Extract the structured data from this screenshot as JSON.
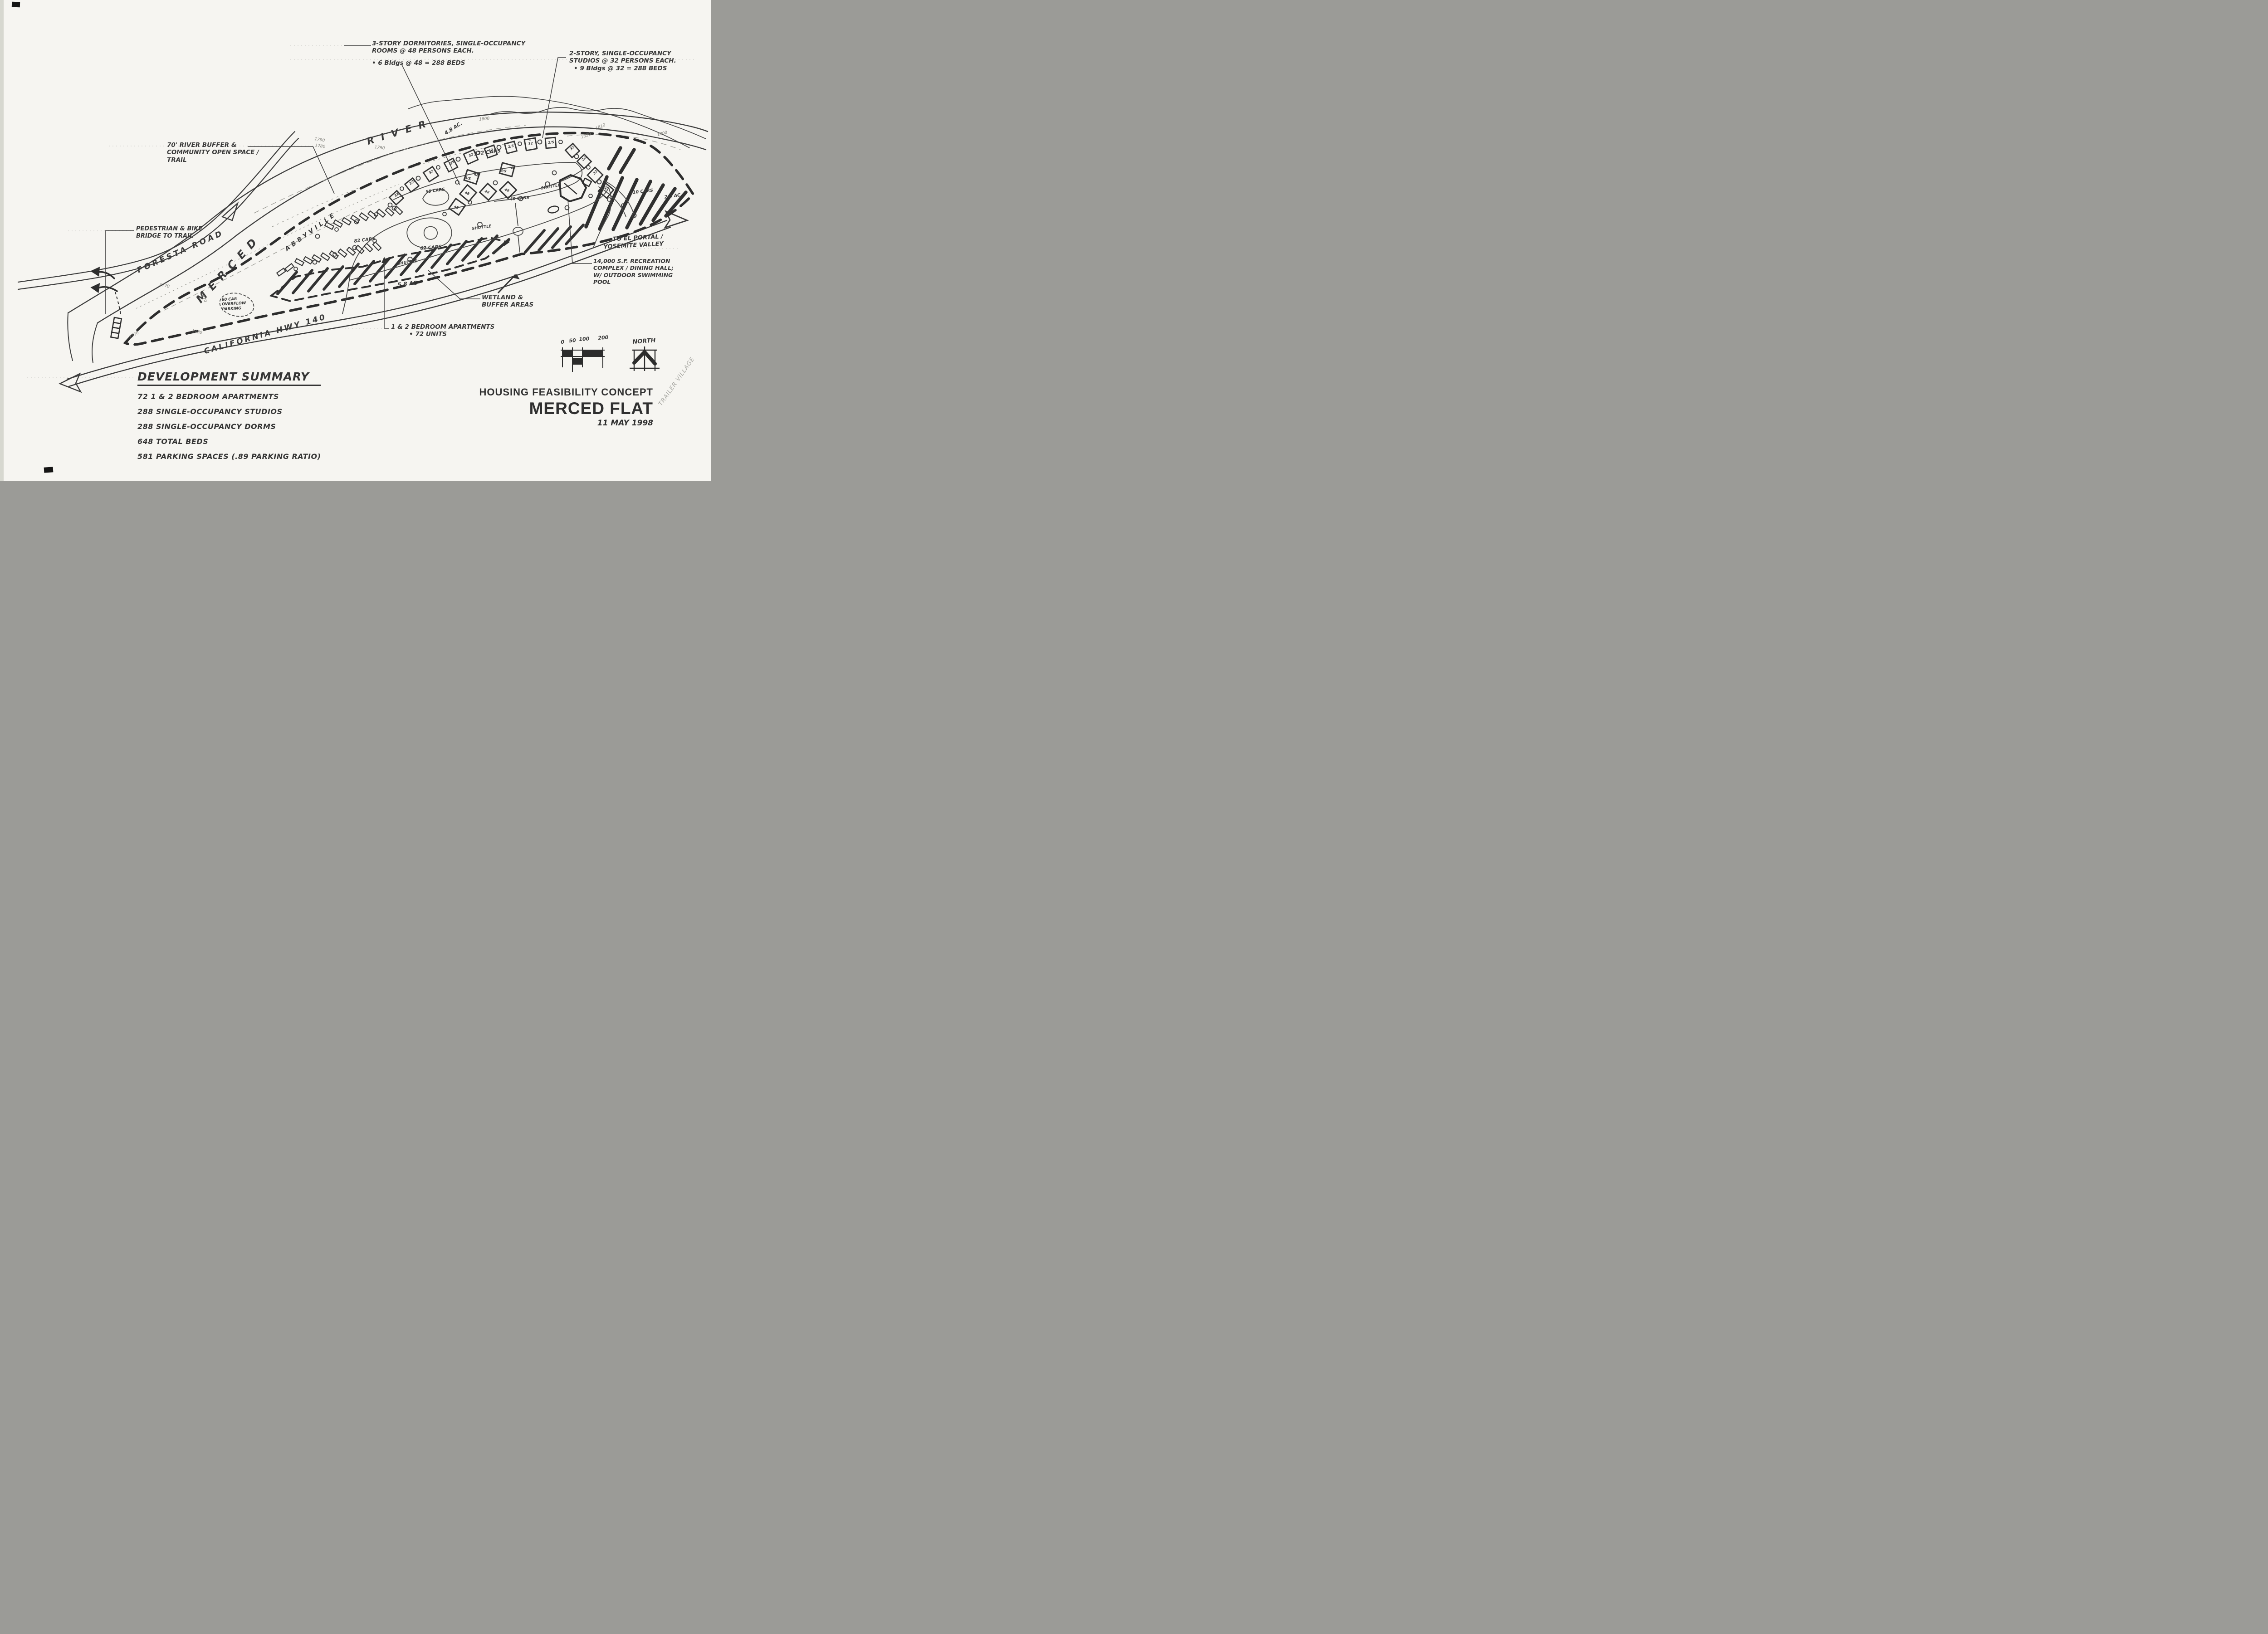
{
  "title_block": {
    "concept": "HOUSING FEASIBILITY CONCEPT",
    "name": "MERCED FLAT",
    "date": "11 MAY 1998"
  },
  "summary": {
    "title": "DEVELOPMENT SUMMARY",
    "items": [
      "72  1 & 2 BEDROOM APARTMENTS",
      "288 SINGLE-OCCUPANCY STUDIOS",
      "288 SINGLE-OCCUPANCY DORMS",
      "648 TOTAL BEDS",
      "581 PARKING SPACES (.89 PARKING RATIO)"
    ]
  },
  "callouts": {
    "dorms": {
      "lines": [
        "3-STORY DORMITORIES, SINGLE-OCCUPANCY",
        "ROOMS @ 48 PERSONS EACH.",
        "• 6 Bldgs @ 48 = 288 BEDS"
      ]
    },
    "studios": {
      "lines": [
        "2-STORY, SINGLE-OCCUPANCY",
        "STUDIOS @ 32 PERSONS EACH.",
        "• 9 Bldgs @ 32 = 288 BEDS"
      ]
    },
    "river_buffer": {
      "lines": [
        "70' RIVER BUFFER &",
        "COMMUNITY OPEN SPACE /",
        "TRAIL"
      ]
    },
    "bridge": {
      "lines": [
        "PEDESTRIAN & BIKE",
        "BRIDGE TO TRAIL"
      ]
    },
    "recreation": {
      "lines": [
        "14,000 S.F. RECREATION",
        "COMPLEX / DINING HALL;",
        "W/ OUTDOOR SWIMMING",
        "POOL"
      ]
    },
    "wetland": {
      "lines": [
        "WETLAND &",
        "BUFFER AREAS"
      ]
    },
    "apartments": {
      "lines": [
        "1 & 2 BEDROOM APARTMENTS",
        "• 72 UNITS"
      ]
    },
    "el_portal": {
      "lines": [
        "TO EL PORTAL /",
        "YOSEMITE VALLEY"
      ]
    },
    "overflow": {
      "lines": [
        "60 CAR",
        "OVERFLOW",
        "PARKING"
      ]
    }
  },
  "roads": {
    "foresta": "FORESTA ROAD",
    "hwy": "CALIFORNIA HWY 140"
  },
  "river": {
    "word1": "MERCED",
    "word2": "RIVER"
  },
  "places": {
    "abbyville": "ABBYVILLE"
  },
  "parking": {
    "lot172": "172 CARS",
    "lot55": "55 CARS",
    "lot82": "82 CARS",
    "lot62": "62 CARS",
    "lot40": "40 CARS",
    "lot110": "110 CARS"
  },
  "acreage": {
    "north": "4.8 AC.",
    "south": "5.8 AC",
    "east": "2.0 AC"
  },
  "shuttle": "SHUTTLE",
  "buildings": {
    "studio_beds": "32",
    "studio_type": "2/S",
    "dorm_beds": "48",
    "dorm_type": "3/S"
  },
  "contours": {
    "v1770": "1770",
    "v1780": "1780",
    "v1790": "1790",
    "v1800": "1800",
    "v1810": "1810",
    "v1820": "1820"
  },
  "scale_bar": {
    "t0": "0",
    "t50": "50",
    "t100": "100",
    "t200": "200"
  },
  "north_label": "NORTH",
  "pencil_note": "TRAILER VILLAGE"
}
